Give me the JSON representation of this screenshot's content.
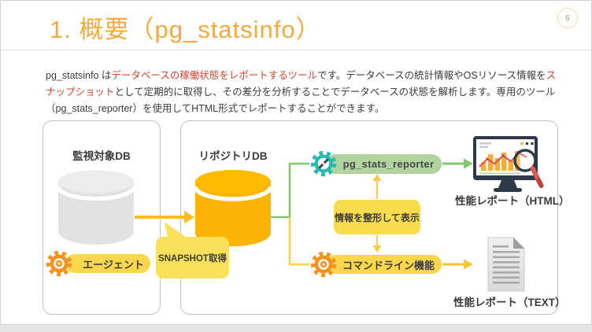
{
  "header": {
    "title": "1. 概要（pg_statsinfo）"
  },
  "page": {
    "number": "6"
  },
  "intro": {
    "seg_plain_1": "pg_statsinfo は",
    "seg_red_1": "データベースの稼働状態をレポートするツール",
    "seg_plain_2": "です。データベースの統計情報やOSリソース情報を",
    "seg_red_2": "スナップショット",
    "seg_plain_3": "として定期的に取得し、その差分を分析することでデータベースの状態を解析します。専用のツール（pg_stats_reporter）を使用してHTML形式でレポートすることができます。"
  },
  "diagram": {
    "monitored": {
      "title": "監視対象DB",
      "agent_label": "エージェント"
    },
    "repository": {
      "title": "リポジトリDB"
    },
    "callout_label": "SNAPSHOT取得",
    "reporter_label": "pg_stats_reporter",
    "info_label": "情報を整形して表示",
    "cli_label": "コマンドライン機能",
    "html_report_label": "性能レポート（HTML）",
    "text_report_label": "性能レポート（TEXT）"
  },
  "icons": {
    "agent": "gear-icon",
    "cli": "gear-icon",
    "reporter": "gear-compass-icon",
    "monitored_db": "database-cylinder-gray-icon",
    "repository_db": "database-cylinder-gold-icon",
    "html_report": "monitor-chart-magnifier-icon",
    "text_report": "document-lines-icon",
    "snapshot": "speech-bubble-callout"
  },
  "colors": {
    "title_orange": "#F8A93C",
    "highlight_red": "#D0452F",
    "body_text": "#3B3B3B",
    "pill_yellow": "#FAD74B",
    "callout_yellow": "#FAE15C",
    "info_yellow": "#F9DC4E",
    "repository_gold": "#FBB403",
    "monitored_gray": "#E4E4E4",
    "reporter_green": "#B1D49F",
    "line_green": "#85C56F",
    "arrow_gold": "#FDBE14",
    "gear_orange": "#F6921E",
    "gear_teal": "#2BB9AE",
    "monitor_navy": "#2E3A4A",
    "report_red": "#D9534F"
  }
}
